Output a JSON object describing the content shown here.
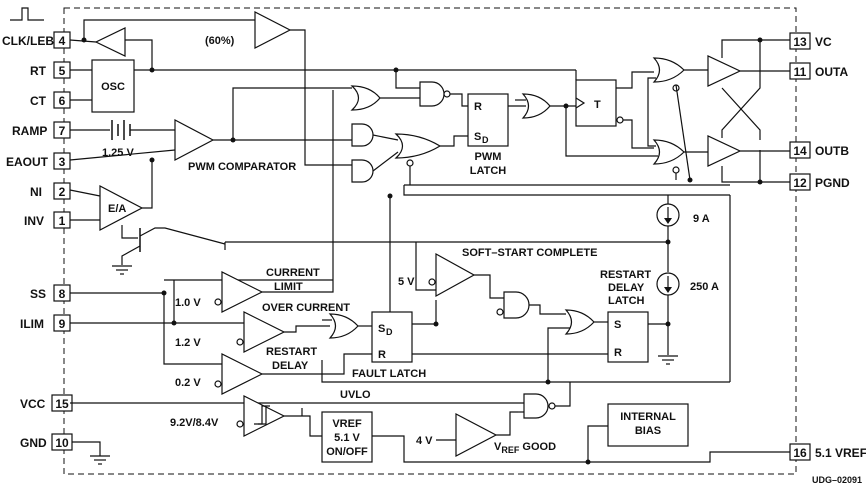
{
  "pins_left": [
    {
      "num": "4",
      "label": "CLK/LEB"
    },
    {
      "num": "5",
      "label": "RT"
    },
    {
      "num": "6",
      "label": "CT"
    },
    {
      "num": "7",
      "label": "RAMP"
    },
    {
      "num": "3",
      "label": "EAOUT"
    },
    {
      "num": "2",
      "label": "NI"
    },
    {
      "num": "1",
      "label": "INV"
    },
    {
      "num": "8",
      "label": "SS"
    },
    {
      "num": "9",
      "label": "ILIM"
    },
    {
      "num": "15",
      "label": "VCC"
    },
    {
      "num": "10",
      "label": "GND"
    }
  ],
  "pins_right": [
    {
      "num": "13",
      "label": "VC"
    },
    {
      "num": "11",
      "label": "OUTA"
    },
    {
      "num": "14",
      "label": "OUTB"
    },
    {
      "num": "12",
      "label": "PGND"
    },
    {
      "num": "16",
      "label": "5.1 VREF"
    }
  ],
  "blocks": {
    "osc": "OSC",
    "ea": "E/A",
    "pwm_latch_r": "R",
    "pwm_latch_sd": "S",
    "pwm_latch_sd_sub": "D",
    "pwm_latch_name": "PWM",
    "pwm_latch_name2": "LATCH",
    "toggle": "T",
    "fault_latch_sd": "S",
    "fault_latch_sd_sub": "D",
    "fault_latch_r": "R",
    "fault_latch_name": "FAULT LATCH",
    "restart_latch_s": "S",
    "restart_latch_r": "R",
    "vref_line1": "VREF",
    "vref_line2": "5.1 V",
    "vref_line3": "ON/OFF",
    "bias_line1": "INTERNAL",
    "bias_line2": "BIAS"
  },
  "labels": {
    "sixty": "(60%)",
    "v125": "1.25 V",
    "pwm_comp": "PWM COMPARATOR",
    "soft_start": "SOFT–START COMPLETE",
    "current_limit1": "CURRENT",
    "current_limit2": "LIMIT",
    "over_current": "OVER CURRENT",
    "restart_delay1": "RESTART",
    "restart_delay2": "DELAY",
    "restart_latch1": "RESTART",
    "restart_latch2": "DELAY",
    "restart_latch3": "LATCH",
    "v10": "1.0 V",
    "v12": "1.2 V",
    "v02": "0.2 V",
    "v5": "5 V",
    "v4": "4 V",
    "uvlo": "UVLO",
    "uvlo_thr": "9.2V/8.4V",
    "vref_good": "V",
    "vref_good_sub": "REF",
    "vref_good_tail": " GOOD",
    "i9": "9   A",
    "i250": "250   A",
    "part": "UDG–02091"
  }
}
